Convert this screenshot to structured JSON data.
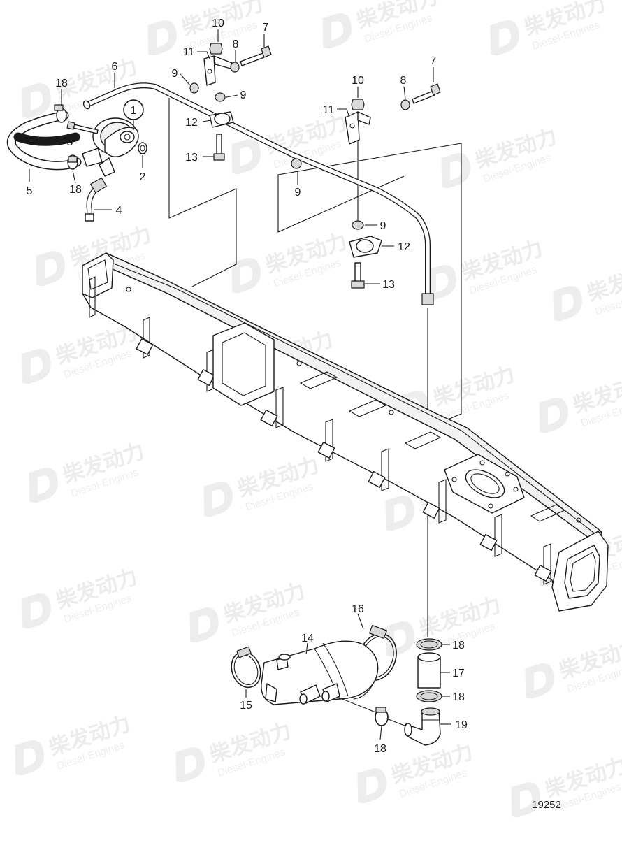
{
  "watermark": {
    "brand_cn": "柴发动力",
    "brand_en": "Diesel-Engines"
  },
  "figure_number": "19252",
  "callouts": {
    "c1": "1",
    "c2": "2",
    "c3": "3",
    "c4": "4",
    "c5": "5",
    "c6": "6",
    "c7a": "7",
    "c7b": "7",
    "c8a": "8",
    "c8b": "8",
    "c9a": "9",
    "c9b": "9",
    "c9c": "9",
    "c9d": "9",
    "c10a": "10",
    "c10b": "10",
    "c11a": "11",
    "c11b": "11",
    "c12a": "12",
    "c12b": "12",
    "c13a": "13",
    "c13b": "13",
    "c14": "14",
    "c15": "15",
    "c16": "16",
    "c17": "17",
    "c18a": "18",
    "c18b": "18",
    "c18c": "18",
    "c18d": "18",
    "c18e": "18",
    "c19": "19"
  },
  "colors": {
    "line": "#1a1a1a",
    "watermark": "#ececec",
    "background": "#ffffff"
  }
}
